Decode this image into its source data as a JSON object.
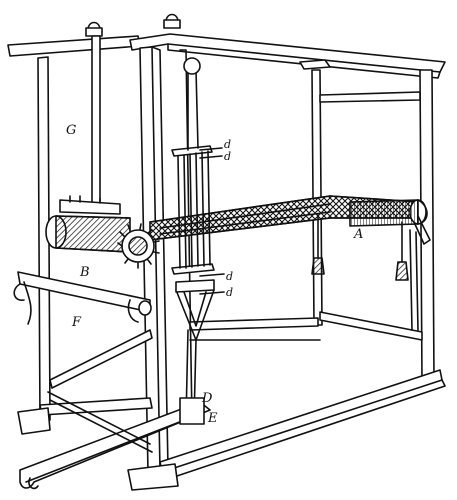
{
  "figure": {
    "subject": "hand-loom-engraving",
    "ink_color": "#111111",
    "paper_color": "#ffffff"
  },
  "labels": {
    "A": "A",
    "B": "B",
    "D": "D",
    "E": "E",
    "F": "F",
    "G": "G",
    "d_top_1": "d",
    "d_top_2": "d",
    "d_bottom_1": "d",
    "d_bottom_2": "d"
  }
}
